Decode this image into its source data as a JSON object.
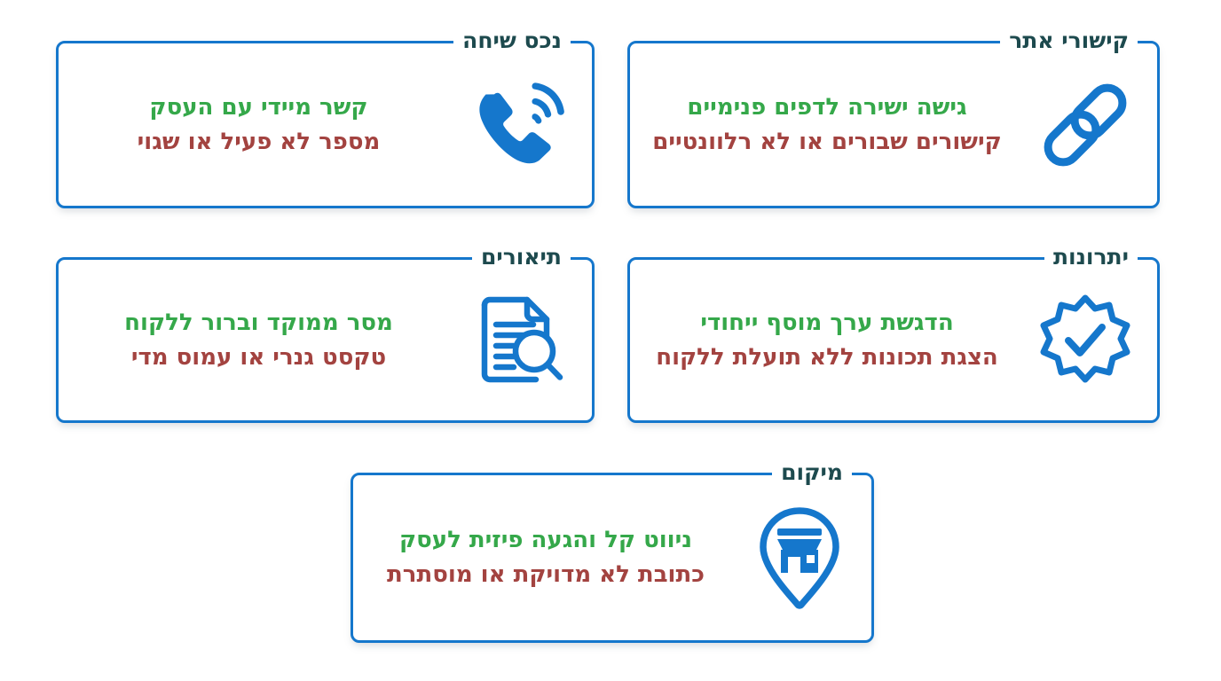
{
  "page": {
    "direction": "rtl",
    "background": "#ffffff",
    "accent_blue": "#1577cc",
    "title_color": "#1d4a4e",
    "pro_color": "#35a84a",
    "con_color": "#a34340"
  },
  "cards": [
    {
      "id": "card-phone",
      "title": "נכס שיחה",
      "icon": "phone-call-icon",
      "pro": "קשר מיידי עם העסק",
      "con": "מספר לא פעיל או שגוי"
    },
    {
      "id": "card-links",
      "title": "קישורי אתר",
      "icon": "chain-link-icon",
      "pro": "גישה ישירה לדפים פנימיים",
      "con": "קישורים שבורים או לא רלוונטיים"
    },
    {
      "id": "card-desc",
      "title": "תיאורים",
      "icon": "document-search-icon",
      "pro": "מסר ממוקד וברור ללקוח",
      "con": "טקסט גנרי או עמוס מדי"
    },
    {
      "id": "card-benefits",
      "title": "יתרונות",
      "icon": "badge-check-icon",
      "pro": "הדגשת ערך מוסף ייחודי",
      "con": "הצגת תכונות ללא תועלת ללקוח"
    },
    {
      "id": "card-location",
      "title": "מיקום",
      "icon": "map-pin-store-icon",
      "pro": "ניווט קל והגעה פיזית לעסק",
      "con": "כתובת לא מדויקת או מוסתרת"
    }
  ]
}
